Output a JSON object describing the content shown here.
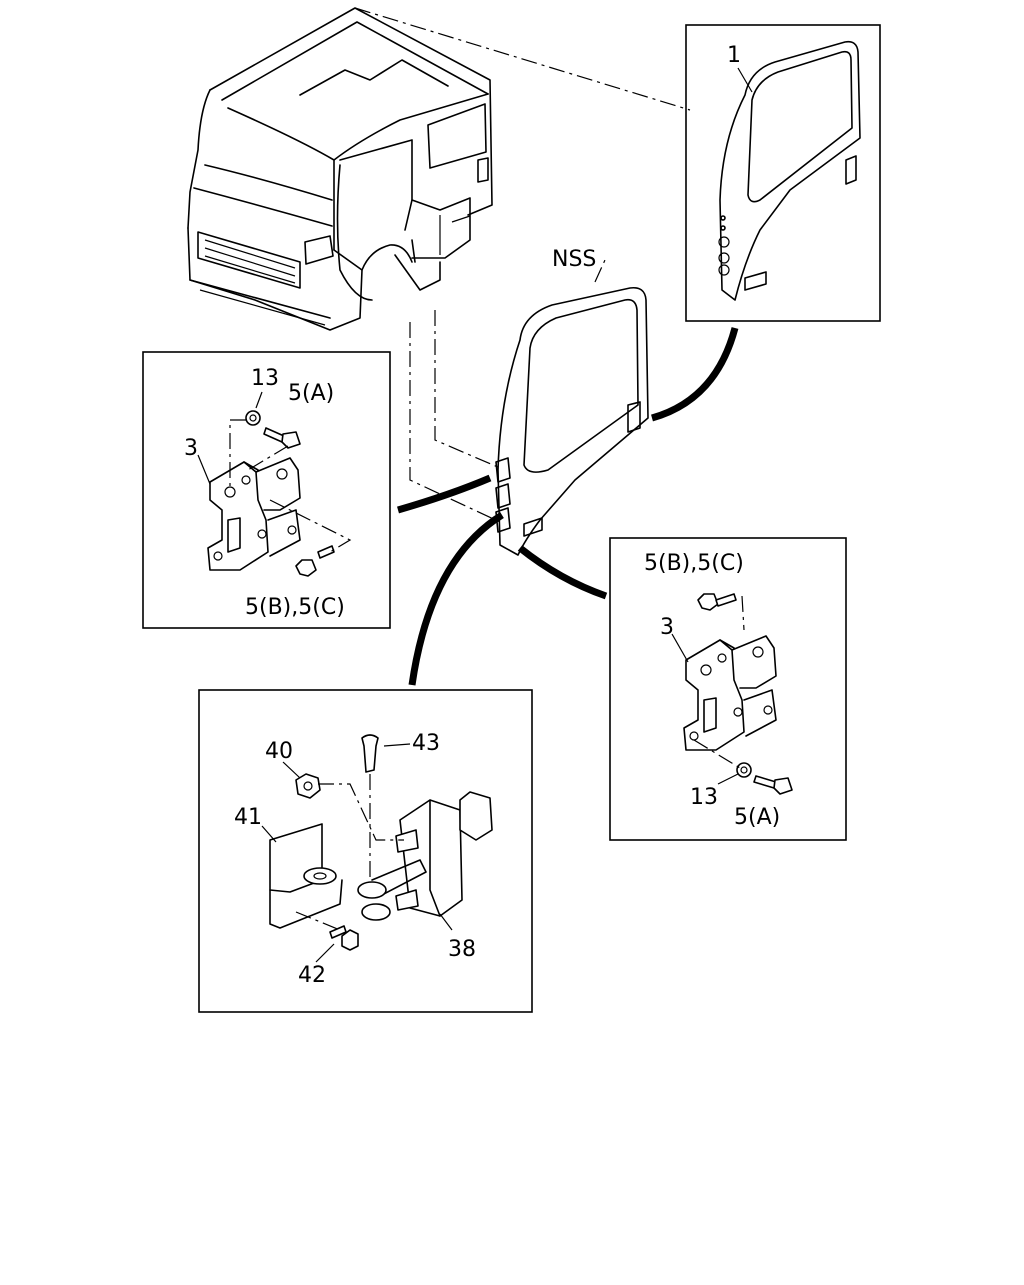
{
  "diagram": {
    "labels": {
      "door_assembly": "1",
      "nss": "NSS",
      "upper_left_washer": "13",
      "upper_left_bolt_a": "5(A)",
      "upper_left_hinge": "3",
      "upper_left_bolt_bc": "5(B),5(C)",
      "right_bolt_bc": "5(B),5(C)",
      "right_hinge": "3",
      "right_washer": "13",
      "right_bolt_a": "5(A)",
      "check_nut": "40",
      "check_pin": "43",
      "check_bracket": "41",
      "check_link": "38",
      "check_bolt": "42"
    }
  }
}
